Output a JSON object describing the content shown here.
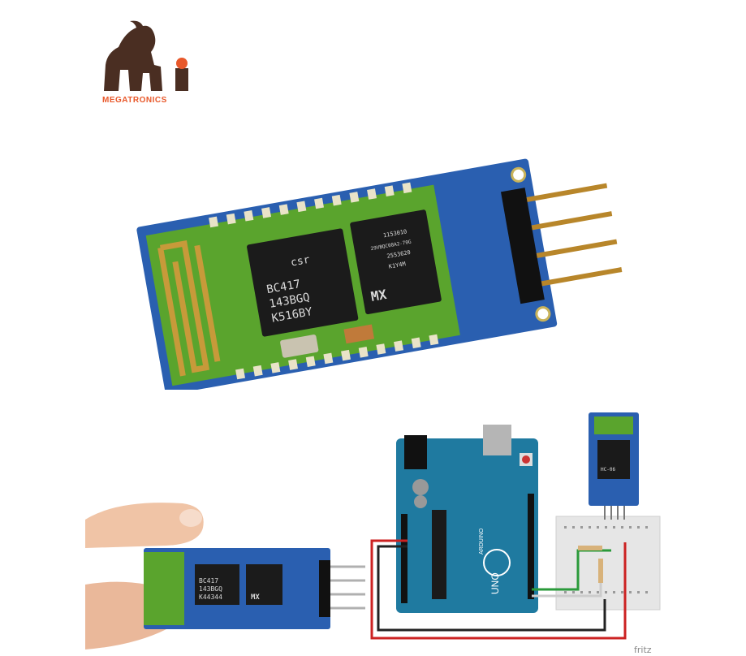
{
  "logo": {
    "text": "MEGATRONICS",
    "mark_letters": "Mi",
    "color": "#e8582a"
  },
  "module": {
    "chip1": {
      "brand": "csr",
      "line1": "BC417",
      "line2": "143BGQ",
      "line3": "K516BY"
    },
    "chip2": {
      "brand": "MX",
      "line1": "1153010",
      "line2": "29VBQC08A2-70G",
      "line3": "2553620",
      "line4": "K1Y4M"
    },
    "pcb_color": "#2a5fb0",
    "antenna_color": "#5aa42d"
  },
  "hand_module": {
    "chip1": {
      "line1": "BC417",
      "line2": "143BGQ",
      "line3": "K44344"
    },
    "chip2": {
      "brand": "MX"
    }
  },
  "diagram": {
    "board_label": "UNO",
    "board_sub": "ARDUINO",
    "bt_chip": "HC-06",
    "watermark": "fritz",
    "board_color": "#1f7aa0"
  }
}
